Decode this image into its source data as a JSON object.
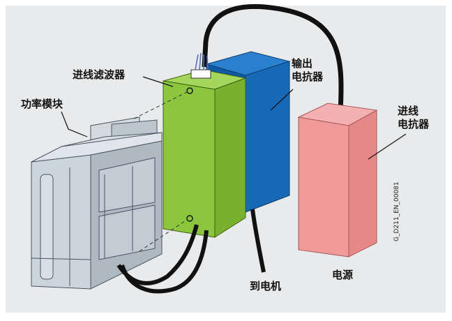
{
  "labels": {
    "line_filter": "进线滤波器",
    "power_module": "功率模块",
    "output_reactor_line1": "输出",
    "output_reactor_line2": "电抗器",
    "line_reactor_line1": "进线",
    "line_reactor_line2": "电抗器",
    "to_motor": "到电机",
    "power_supply": "电源"
  },
  "figure_code": "G_D211_EN_00081",
  "colors": {
    "background": "#e9eaeb",
    "line_filter": "#8cc63f",
    "output_reactor": "#1769b8",
    "line_reactor": "#f19a9a",
    "power_module": "#c9d1d8",
    "cable": "#111111"
  }
}
